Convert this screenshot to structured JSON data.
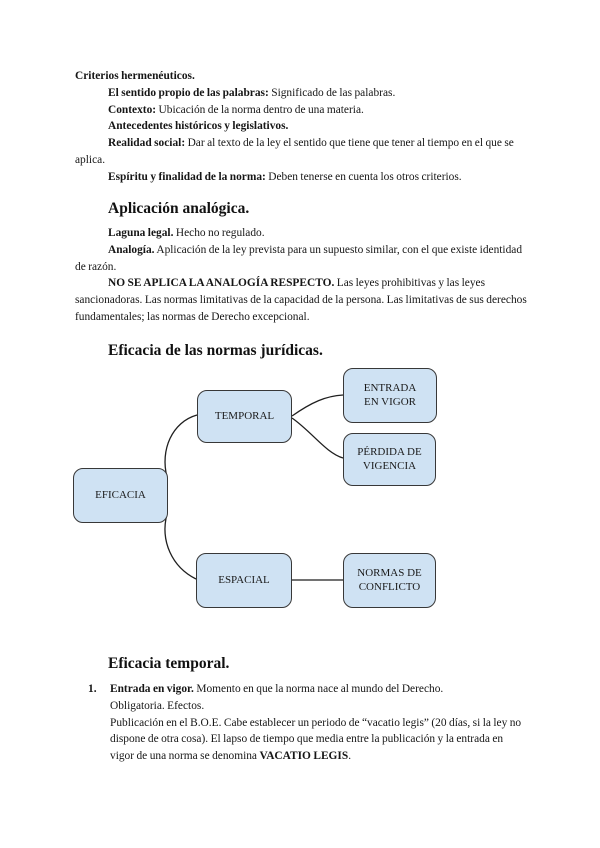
{
  "s1": {
    "title": "Criterios hermenéuticos.",
    "items": [
      {
        "lead": "El sentido propio de las palabras:",
        "rest": " Significado de las palabras."
      },
      {
        "lead": "Contexto:",
        "rest": " Ubicación de la norma dentro de una materia."
      },
      {
        "lead": "Antecedentes históricos y legislativos.",
        "rest": ""
      },
      {
        "lead": "Realidad social:",
        "rest": " Dar al texto de la ley el sentido que tiene que tener al tiempo en el que se aplica."
      },
      {
        "lead": "Espíritu y finalidad de la norma:",
        "rest": " Deben tenerse en cuenta los otros criterios."
      }
    ]
  },
  "s2": {
    "heading": "Aplicación analógica.",
    "items": [
      {
        "lead": "Laguna legal.",
        "rest": " Hecho no regulado."
      },
      {
        "lead": "Analogía.",
        "rest": " Aplicación de la ley prevista para un supuesto similar, con el que existe identidad de razón."
      },
      {
        "lead": "NO SE APLICA LA ANALOGÍA RESPECTO.",
        "rest": " Las leyes prohibitivas y las leyes sancionadoras. Las normas limitativas de la capacidad de la persona. Las limitativas de sus derechos fundamentales; las normas de Derecho excepcional."
      }
    ]
  },
  "s3": {
    "heading": "Eficacia de las normas jurídicas."
  },
  "diagram": {
    "node_fill": "#cfe2f3",
    "node_border": "#383838",
    "nodes": [
      {
        "id": "eficacia",
        "label": "EFICACIA"
      },
      {
        "id": "temporal",
        "label": "TEMPORAL"
      },
      {
        "id": "espacial",
        "label": "ESPACIAL"
      },
      {
        "id": "entrada-en-vigor",
        "label": "ENTRADA\nEN VIGOR"
      },
      {
        "id": "perdida-de-vigencia",
        "label": "PÉRDIDA DE\nVIGENCIA"
      },
      {
        "id": "normas-de-conflicto",
        "label": "NORMAS DE\nCONFLICTO"
      }
    ],
    "edges": [
      {
        "from": "eficacia",
        "to": "temporal"
      },
      {
        "from": "eficacia",
        "to": "espacial"
      },
      {
        "from": "temporal",
        "to": "entrada-en-vigor"
      },
      {
        "from": "temporal",
        "to": "perdida-de-vigencia"
      },
      {
        "from": "espacial",
        "to": "normas-de-conflicto"
      }
    ]
  },
  "s4": {
    "heading": "Eficacia temporal.",
    "item": {
      "number": "1.",
      "lead": "Entrada en vigor.",
      "rest": " Momento en que la norma nace al mundo del Derecho.",
      "line2": "Obligatoria. Efectos.",
      "para2_pre": "Publicación en el B.O.E. Cabe establecer un periodo de “vacatio legis” (20 días, si la ley no dispone de otra cosa). El lapso de tiempo que media entre la publicación y la entrada en vigor de una norma se denomina ",
      "para2_bold": "VACATIO LEGIS",
      "para2_post": "."
    }
  }
}
